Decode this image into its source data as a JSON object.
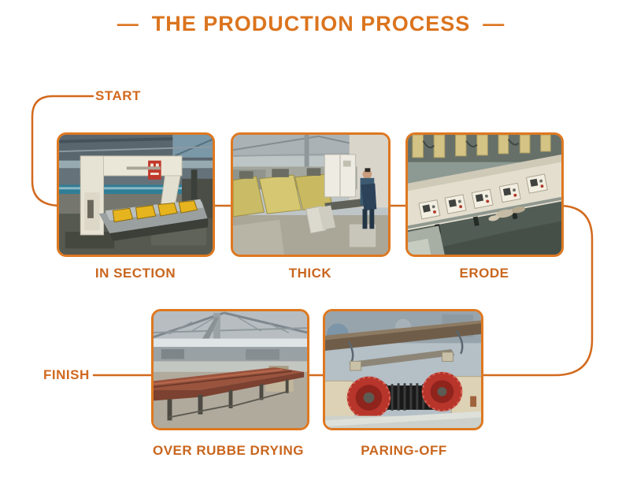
{
  "title": {
    "dash_left": "—",
    "text": "THE PRODUCTION PROCESS",
    "dash_right": "—"
  },
  "flow": {
    "start_label": "START",
    "finish_label": "FINISH"
  },
  "steps": [
    {
      "id": "in-section",
      "label": "IN SECTION",
      "photo": "gantry-press-machine-photo"
    },
    {
      "id": "thick",
      "label": "THICK",
      "photo": "thicknessing-line-with-worker-photo"
    },
    {
      "id": "erode",
      "label": "ERODE",
      "photo": "eroding-polishing-line-photo"
    },
    {
      "id": "over-rubbe-drying",
      "label": "OVER RUBBE DRYING",
      "photo": "drying-conveyor-table-photo"
    },
    {
      "id": "paring-off",
      "label": "PARING-OFF",
      "photo": "paring-machine-red-wheels-photo"
    }
  ],
  "colors": {
    "accent": "#D26A1E",
    "card_border": "#DE7820",
    "label_text": "#C9661E",
    "title_text": "#DB741E",
    "background": "#FFFFFF"
  }
}
